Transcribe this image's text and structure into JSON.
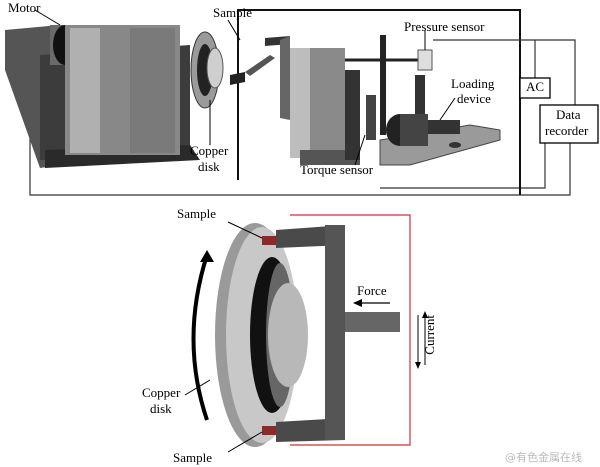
{
  "top": {
    "motor": "Motor",
    "sample": "Sample",
    "pressure_sensor": "Pressure sensor",
    "loading_device_line1": "Loading",
    "loading_device_line2": "device",
    "ac": "AC",
    "data_recorder_line1": "Data",
    "data_recorder_line2": "recorder",
    "copper_disk_line1": "Copper",
    "copper_disk_line2": "disk",
    "torque_sensor": "Torque sensor"
  },
  "bottom": {
    "sample_top": "Sample",
    "force": "Force",
    "current": "Current",
    "copper_disk_line1": "Copper",
    "copper_disk_line2": "disk",
    "sample_bottom": "Sample"
  },
  "watermark": "@有色金属在线",
  "colors": {
    "dark_metal": "#3c3c3c",
    "mid_metal": "#7a7a7a",
    "light_metal": "#bdbdbd",
    "circuit_red": "#cc3333",
    "sample_red": "#8b2a2a"
  }
}
